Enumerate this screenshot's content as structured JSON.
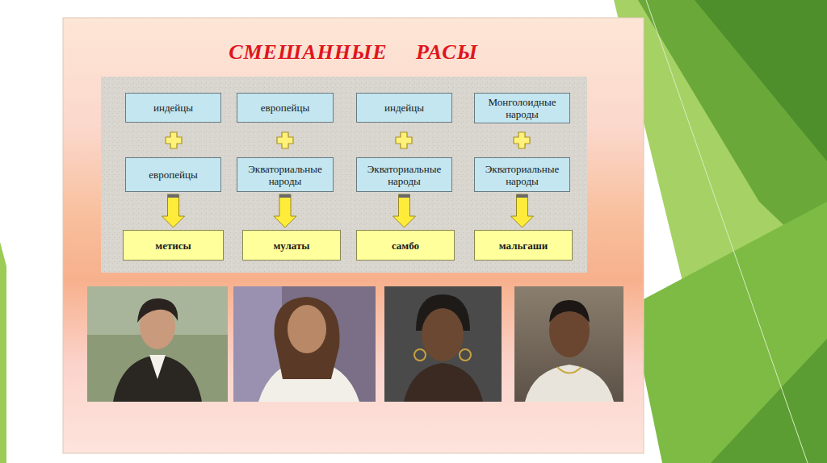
{
  "diagram": {
    "title": "СМЕШАННЫЕ РАСЫ",
    "nodes": [
      {
        "text": [
          "индейцы"
        ]
      },
      {
        "text": [
          "европейцы"
        ]
      },
      {
        "text": [
          "индейцы"
        ]
      },
      {
        "text": [
          "Монголоидные народы"
        ]
      },
      {
        "text": [
          "европейцы"
        ]
      },
      {
        "text": [
          "Экваториальные народы"
        ]
      },
      {
        "text": [
          "Экваториальные народы"
        ]
      },
      {
        "text": [
          "Экваториальные народы"
        ]
      },
      {
        "text": [
          "метисы"
        ]
      },
      {
        "text": [
          "мулаты"
        ]
      },
      {
        "text": [
          "самбо"
        ]
      },
      {
        "text": [
          "мальгаши"
        ]
      }
    ],
    "edges": [
      {
        "from": 4,
        "to": 8,
        "arrow": "to"
      },
      {
        "from": 5,
        "to": 9,
        "arrow": "to"
      },
      {
        "from": 6,
        "to": 10,
        "arrow": "to"
      },
      {
        "from": 7,
        "to": 11,
        "arrow": "to"
      }
    ]
  }
}
